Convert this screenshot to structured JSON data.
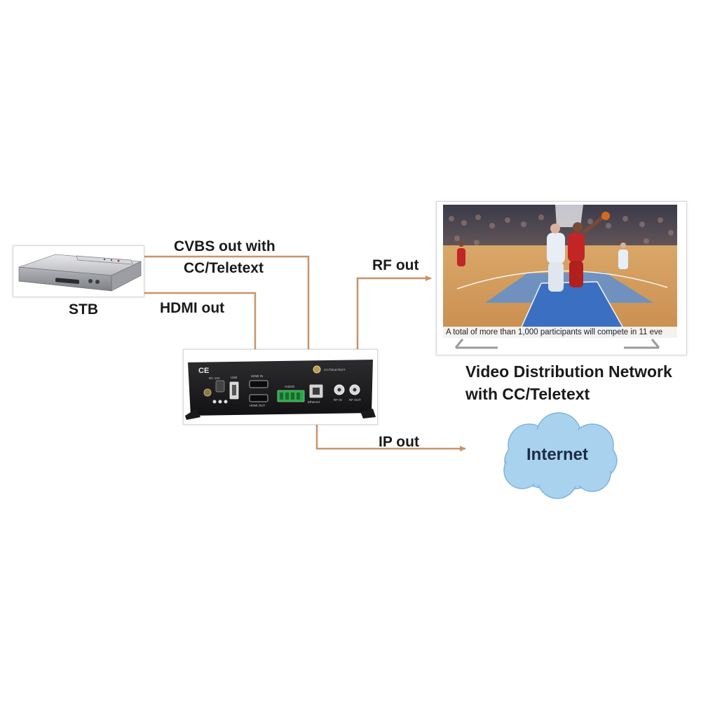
{
  "labels": {
    "stb": "STB",
    "cvbs_line1": "CVBS out with",
    "cvbs_line2": "CC/Teletext",
    "hdmi": "HDMI out",
    "rf": "RF out",
    "ip": "IP out",
    "vdn_line1": "Video Distribution Network",
    "vdn_line2": "with CC/Teletext",
    "internet": "Internet"
  },
  "tv": {
    "ticker": "A total of more than 1,000 participants will compete in 11 eve"
  },
  "device_panel": {
    "ce_mark": "CE",
    "dc": "DC 12V",
    "usb": "USB",
    "hdmi_in": "HDMI IN",
    "hdmi_out": "HDMI OUT",
    "audio": "AUDIO",
    "ethernet": "Ethernet",
    "cc_teletext": "CC/TELETEXT",
    "rf_in": "RF IN",
    "rf_out": "RF OUT"
  },
  "colors": {
    "wire": "#c8936a",
    "cloud": "#a9d2ee",
    "device_body": "#1c1c1c"
  }
}
